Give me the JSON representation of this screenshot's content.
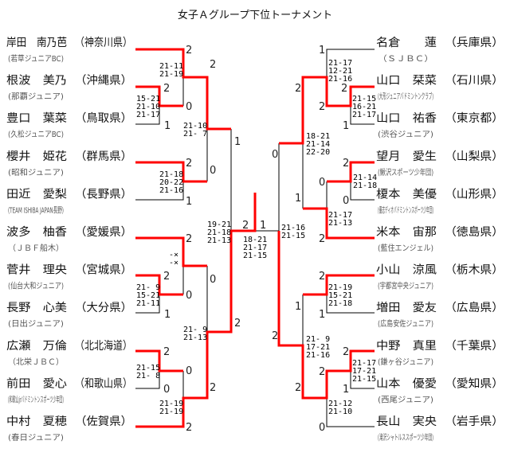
{
  "title": "女子Ａグループ下位トーナメント",
  "left_players": [
    {
      "name": "岸田　南乃芭",
      "pref": "（神奈川県）",
      "club": "(若草ジュニアBC)"
    },
    {
      "name": "根波　美乃",
      "pref": "（沖縄県）",
      "club": "(那覇ジュニア)"
    },
    {
      "name": "豊口　葉菜",
      "pref": "（鳥取県）",
      "club": "(久松ジュニアBC)"
    },
    {
      "name": "櫻井　姫花",
      "pref": "（群馬県）",
      "club": "(昭和ジュニア)"
    },
    {
      "name": "田近　愛梨",
      "pref": "（長野県）",
      "club": "(TEAM ISHIBA JAPAN長野)"
    },
    {
      "name": "波多　柚香",
      "pref": "（愛媛県）",
      "club": "（ＪＢＦ船木）"
    },
    {
      "name": "菅井　理央",
      "pref": "（宮城県）",
      "club": "(仙台大和ジュニア)"
    },
    {
      "name": "長野　心美",
      "pref": "（大分県）",
      "club": "(日出ジュニア)"
    },
    {
      "name": "広瀬　万倫",
      "pref": "（北北海道）",
      "club": "（北栄ＪＢＣ）"
    },
    {
      "name": "前田　愛心",
      "pref": "（和歌山県）",
      "club": "(和歌山jrバドミントンスポーツ少年団)"
    },
    {
      "name": "中村　夏穂",
      "pref": "（佐賀県）",
      "club": "(春日ジュニア)"
    }
  ],
  "right_players": [
    {
      "name": "名倉　　蓮",
      "pref": "（兵庫県）",
      "club": "（ＳＪＢＣ）"
    },
    {
      "name": "山口　栞菜",
      "pref": "（石川県）",
      "club": "(大形ジュニアバドミントンクラブ)"
    },
    {
      "name": "山口　祐香",
      "pref": "（東京都）",
      "club": "(渋谷ジュニア)"
    },
    {
      "name": "望月　愛生",
      "pref": "（山梨県）",
      "club": "(鰍沢スポーツ少年団)"
    },
    {
      "name": "榎本　美優",
      "pref": "（山形県）",
      "club": "(優志ディオバドミントンスポーツ少年団)"
    },
    {
      "name": "米本　宙那",
      "pref": "（徳島県）",
      "club": "(藍住エンジェル)"
    },
    {
      "name": "小山　涼風",
      "pref": "（栃木県）",
      "club": "(宇都宮中央ジュニア)"
    },
    {
      "name": "増田　愛友",
      "pref": "（広島県）",
      "club": "(広島安佐ジュニア)"
    },
    {
      "name": "中野　真里",
      "pref": "（千葉県）",
      "club": "(鎌ヶ谷ジュニア)"
    },
    {
      "name": "山本　優愛",
      "pref": "（愛知県）",
      "club": "(西尾ジュニア)"
    },
    {
      "name": "長山　実央",
      "pref": "（岩手県）",
      "club": "(滝沢シャトルススポーツ少年団)"
    }
  ],
  "game_scores": [
    "2",
    "2",
    "0",
    "1",
    "2",
    "1",
    "2",
    "1",
    "0",
    "2",
    "2",
    "0",
    "1",
    "0",
    "2",
    "2",
    "0",
    "0",
    "2",
    "2",
    "2",
    "1",
    "1",
    "2",
    "2",
    "1",
    "2",
    "0",
    "2",
    "0",
    "0",
    "1",
    "2",
    "2",
    "1",
    "1",
    "2",
    "2",
    "2",
    "1",
    "2",
    "0"
  ],
  "set_scores": [
    [
      "15-21",
      "21-10",
      "21-17"
    ],
    [
      "21-11",
      "21-19"
    ],
    [
      "21-10",
      "21- 7"
    ],
    [
      "21-18",
      "20-22",
      "21-16"
    ],
    [
      "19-21",
      "21-18",
      "21-13"
    ],
    [
      "-×",
      "-×"
    ],
    [
      "21- 9",
      "15-21",
      "21-11"
    ],
    [
      "21- 9",
      "21-13"
    ],
    [
      "21-15",
      "21- 8"
    ],
    [
      "21-19",
      "21-19"
    ],
    [
      "18-21",
      "21-17",
      "21-15"
    ],
    [
      "21-17",
      "12-21",
      "21-16"
    ],
    [
      "21-15",
      "16-21",
      "21-17"
    ],
    [
      "18-21",
      "21-14",
      "22-20"
    ],
    [
      "21-14",
      "21-18"
    ],
    [
      "21-17",
      "21-13"
    ],
    [
      "21-16",
      "21-15"
    ],
    [
      "21-19",
      "15-21",
      "21-18"
    ],
    [
      "21- 9",
      "17-21",
      "21-16"
    ],
    [
      "21-17",
      "17-21",
      "21-15"
    ],
    [
      "21-12",
      "21-10"
    ]
  ],
  "colors": {
    "winner_line": "#ff0000",
    "line": "#000000"
  }
}
